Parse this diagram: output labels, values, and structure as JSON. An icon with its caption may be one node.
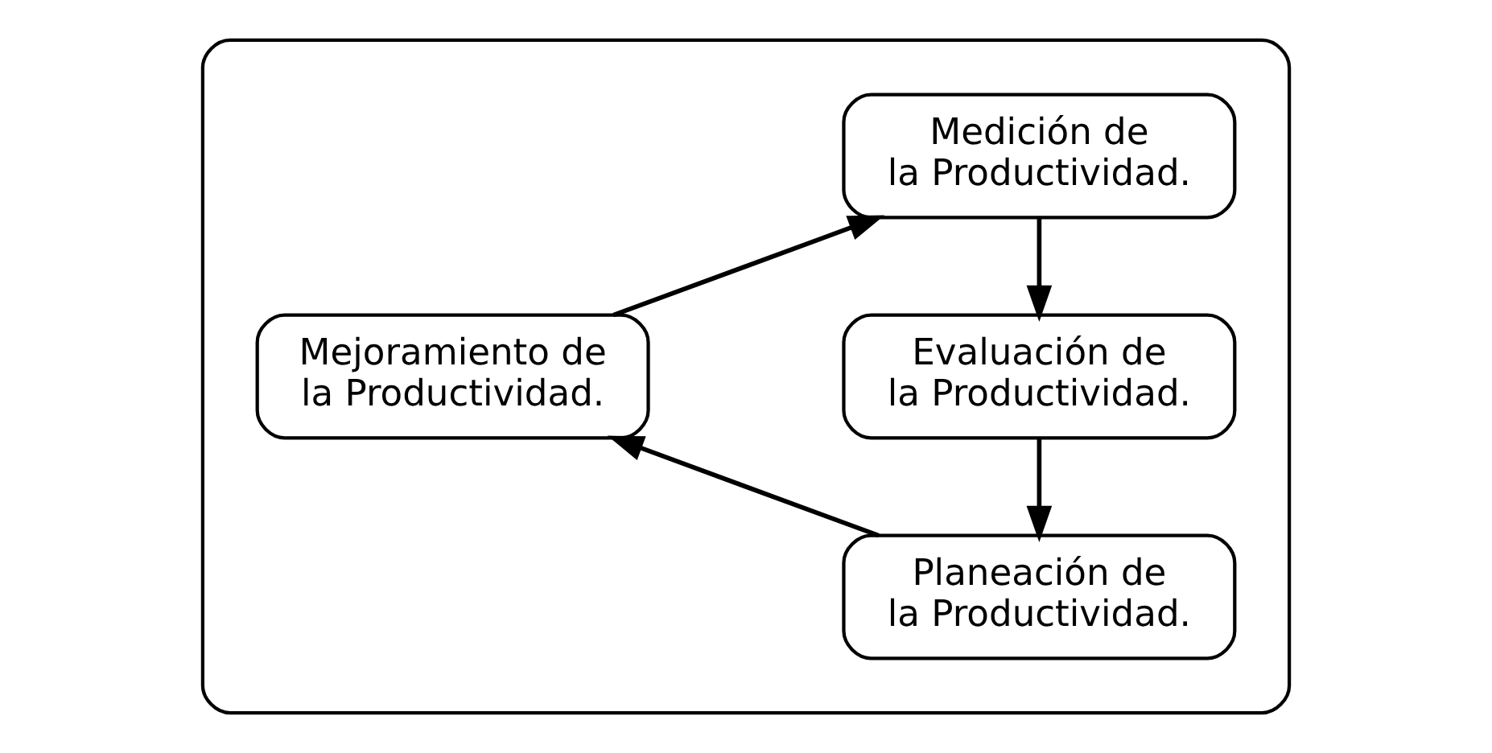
{
  "diagram": {
    "nodes": [
      {
        "text": [],
        "shape": "box"
      },
      {
        "text": [
          "Medición de la Productividad."
        ],
        "in": 0
      },
      {
        "text": [
          "Evaluación de la Productividad."
        ],
        "in": 0
      },
      {
        "text": [
          "Planeación de la Productividad."
        ],
        "in": 0
      },
      {
        "text": [
          "Mejoramiento de la Productividad."
        ],
        "in": 0
      }
    ],
    "edges": [
      {
        "from": 1,
        "to": 2,
        "arrow": "to"
      },
      {
        "from": 2,
        "to": 3,
        "arrow": "to"
      },
      {
        "from": 3,
        "to": 4,
        "arrow": "to"
      },
      {
        "from": 4,
        "to": 1,
        "arrow": "to"
      }
    ]
  }
}
